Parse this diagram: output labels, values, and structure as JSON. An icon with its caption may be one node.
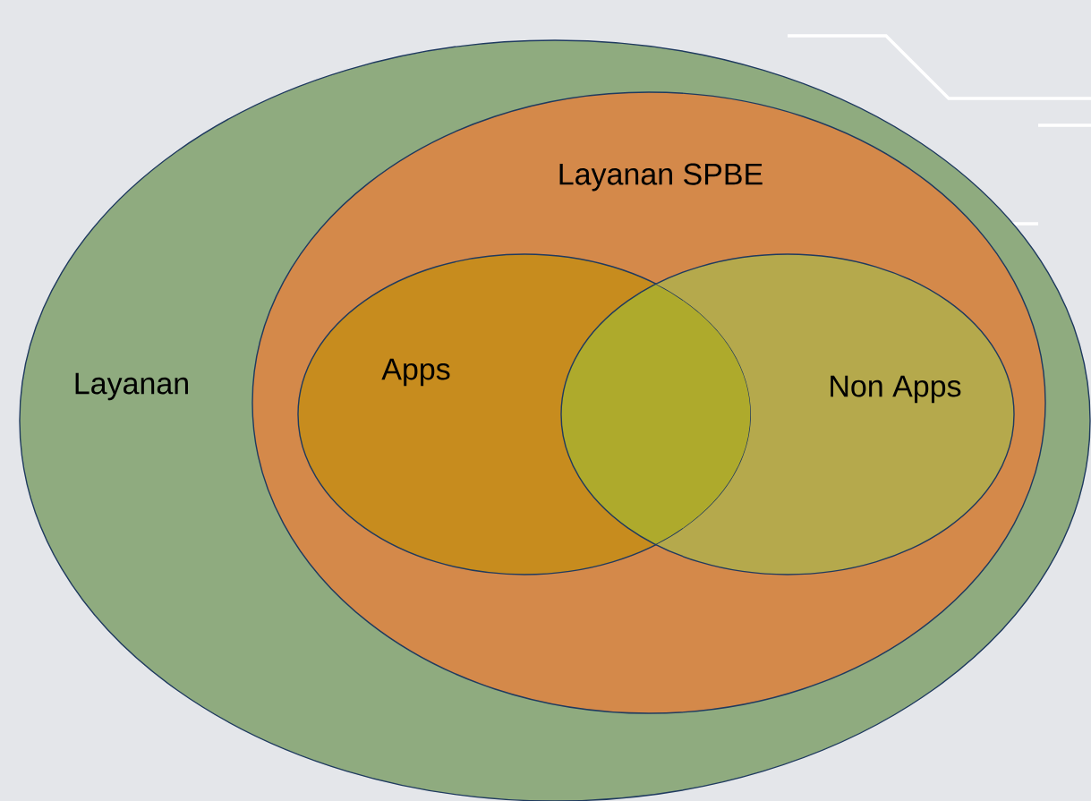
{
  "diagram": {
    "nodes": [
      {
        "text": [
          "Layanan"
        ]
      },
      {
        "text": [
          "Layanan SPBE"
        ],
        "in": 0
      },
      {
        "text": [
          "Apps"
        ],
        "in": 1
      },
      {
        "text": [
          "Non Apps"
        ],
        "in": 1
      }
    ]
  }
}
